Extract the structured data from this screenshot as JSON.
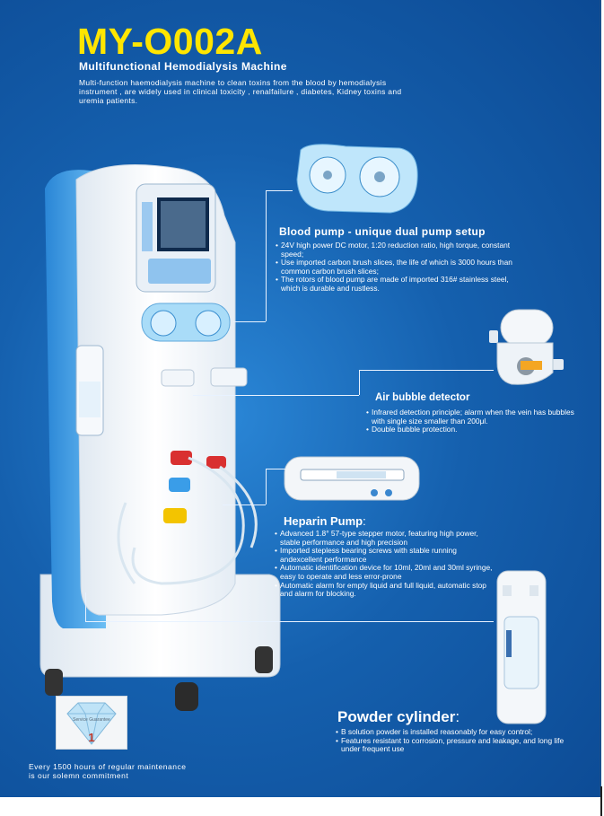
{
  "header": {
    "title": "MY-O002A",
    "subtitle": "Multifunctional Hemodialysis Machine",
    "intro": "Multi-function haemodialysis machine to clean toxins from the blood by hemodialysis instrument , are widely used in clinical toxicity , renalfailure , diabetes, Kidney toxins and uremia patients."
  },
  "features": {
    "blood_pump": {
      "title": "Blood pump - unique dual pump setup",
      "bullets": [
        "24V high power DC motor, 1:20 reduction ratio, high torque, constant speed;",
        "Use imported carbon brush slices, the life of which is 3000 hours than common carbon brush slices;",
        "The rotors of blood pump are made of imported 316# stainless steel, which is durable and rustless."
      ]
    },
    "air_bubble": {
      "title": "Air bubble detector",
      "bullets": [
        "Infrared detection principle; alarm when the vein has bubbles with single size smaller than 200μl.",
        "Double bubble protection."
      ]
    },
    "heparin": {
      "title": "Heparin Pump",
      "title_suffix": ":",
      "bullets": [
        "Advanced 1.8° 57-type stepper motor, featuring high power, stable performance and high precision",
        "Imported stepless bearing screws with stable running andexcellent performance",
        "Automatic identification device for 10ml, 20ml and 30ml syringe, easy to operate and less error-prone",
        "Automatic alarm for empty liquid and full liquid, automatic stop and alarm for blocking."
      ]
    },
    "powder": {
      "title": "Powder cylinder",
      "title_suffix": ":",
      "bullets": [
        "B solution powder is installed reasonably for easy control;",
        "Features resistant to corrosion, pressure and leakage, and long life under frequent use"
      ]
    }
  },
  "badge": {
    "number": "1",
    "text": "Service Guarantee"
  },
  "footer": {
    "line1": "Every 1500 hours of regular maintenance",
    "line2": "is our solemn commitment"
  },
  "colors": {
    "background": "#1560ae",
    "title": "#ffe500",
    "machine_white": "#f3f6f9",
    "machine_blue": "#3d9ee6",
    "connector_red": "#d93030",
    "connector_blue": "#3a9de8",
    "connector_yellow": "#f3c400"
  },
  "icons": [
    "machine-illustration",
    "blood-pump-icon",
    "air-bubble-detector-icon",
    "heparin-syringe-icon",
    "powder-cylinder-icon",
    "diamond-badge-icon"
  ]
}
